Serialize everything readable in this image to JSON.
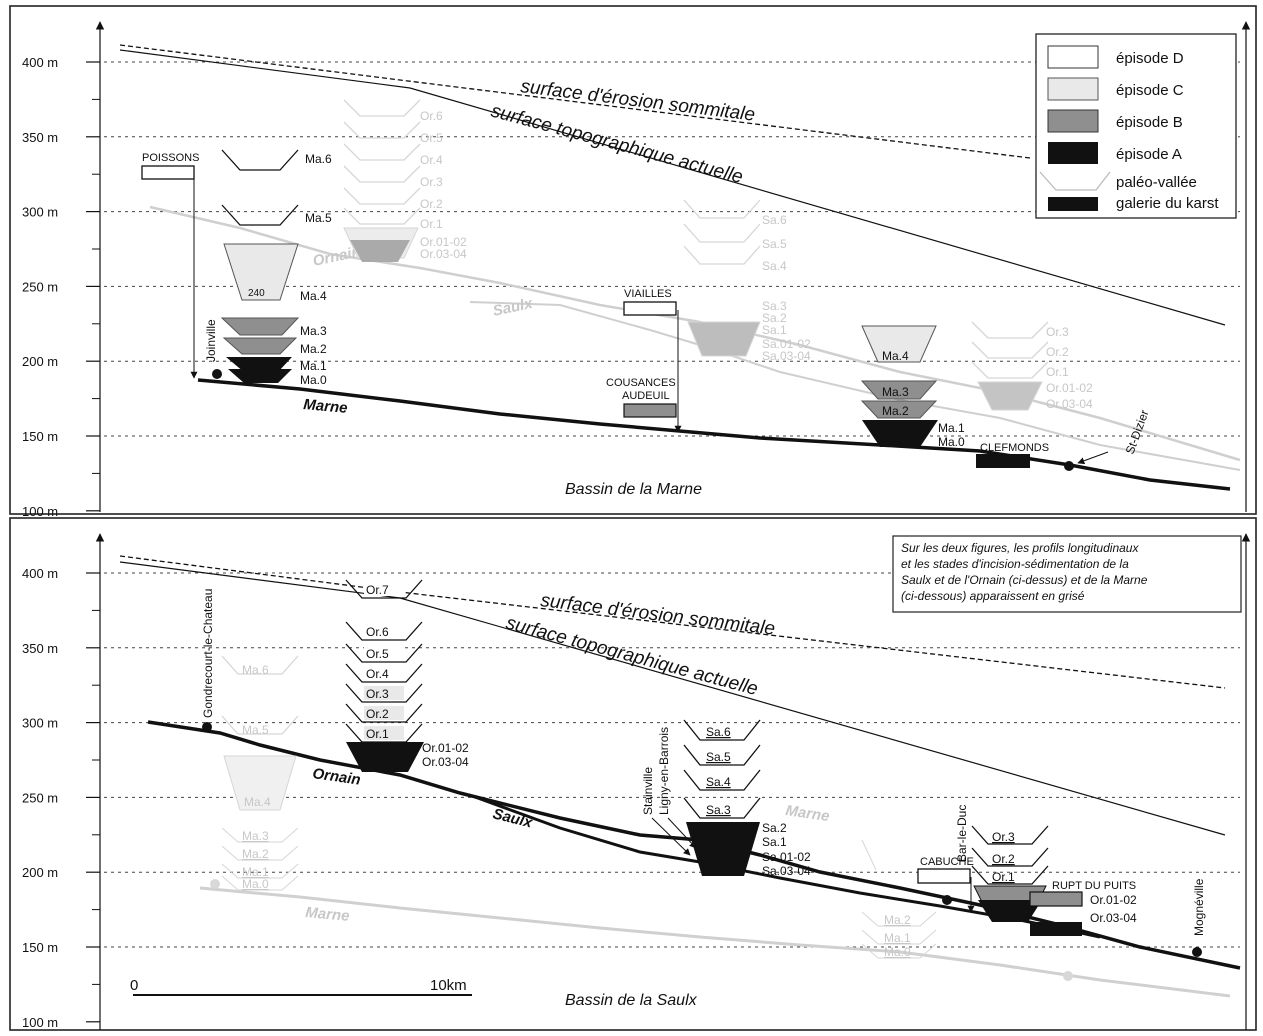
{
  "y_axis": {
    "unit": "m",
    "ticks": [
      "400 m",
      "350 m",
      "300 m",
      "250 m",
      "200 m",
      "150 m",
      "100 m"
    ]
  },
  "legend": [
    {
      "label": "épisode D",
      "color": "#ffffff"
    },
    {
      "label": "épisode C",
      "color": "#e9e9e9"
    },
    {
      "label": "épisode B",
      "color": "#8f8f8f"
    },
    {
      "label": "épisode A",
      "color": "#111111"
    },
    {
      "label": "paléo-vallée",
      "icon": "paleo-valley-icon"
    },
    {
      "label": "galerie du karst",
      "color": "#111111"
    }
  ],
  "colors": {
    "D": "#ffffff",
    "C": "#e9e9e9",
    "B": "#8f8f8f",
    "A": "#111111",
    "ghost": "#c7c7c7",
    "ghost_fill": "#dedede"
  },
  "top_panel": {
    "erosion_label": "surface d'érosion sommitale",
    "topo_label": "surface topographique actuelle",
    "river_marne": "Marne",
    "ghost_ornain": "Ornain",
    "ghost_saulx": "Saulx",
    "basin": "Bassin de la Marne",
    "places": [
      "Joinville",
      "St-Dizier"
    ],
    "karst_labels": [
      "POISSONS",
      "VIAILLES",
      "COUSANCES AUDEUIL",
      "CLEFMONDS"
    ],
    "stage_labels": [
      "Ma.6",
      "Ma.5",
      "Ma.4",
      "Ma.3",
      "Ma.2",
      "Ma.1",
      "Ma.0"
    ],
    "fill_240": "240",
    "ghost_or_labels": [
      "Or.6",
      "Or.5",
      "Or.4",
      "Or.3",
      "Or.2",
      "Or.1",
      "Or.01-02",
      "Or.03-04"
    ],
    "ghost_sa_labels": [
      "Sa.6",
      "Sa.5",
      "Sa.4",
      "Sa.3",
      "Sa.2",
      "Sa.1",
      "Sa.01-02",
      "Sa.03-04"
    ],
    "ghost_or_east": [
      "Or.3",
      "Or.2",
      "Or.1",
      "Or.01-02",
      "Or.03-04"
    ]
  },
  "bottom_panel": {
    "erosion_label": "surface d'érosion sommitale",
    "topo_label": "surface topographique actuelle",
    "river_ornain": "Ornain",
    "river_saulx": "Saulx",
    "ghost_marne": "Marne",
    "basin": "Bassin de la Saulx",
    "places": [
      "Gondrecourt-le-Chateau",
      "Stainville",
      "Ligny-en-Barrois",
      "Bar-le-Duc",
      "Mognéville"
    ],
    "karst_labels": [
      "CABUCHE",
      "RUPT DU PUITS"
    ],
    "or_labels": [
      "Or.7",
      "Or.6",
      "Or.5",
      "Or.4",
      "Or.3",
      "Or.2",
      "Or.1",
      "Or.01-02",
      "Or.03-04"
    ],
    "sa_labels": [
      "Sa.6",
      "Sa.5",
      "Sa.4",
      "Sa.3",
      "Sa.2",
      "Sa.1",
      "Sa.01-02",
      "Sa.03-04"
    ],
    "or_east_labels": [
      "Or.3",
      "Or.2",
      "Or.1",
      "Or.01-02",
      "Or.03-04"
    ],
    "ghost_ma_labels": [
      "Ma.6",
      "Ma.5",
      "Ma.4",
      "Ma.3",
      "Ma.2",
      "Ma.1",
      "Ma.0"
    ],
    "ghost_ma_east": [
      "Ma.2",
      "Ma.1",
      "Ma.0"
    ],
    "scale": {
      "start": "0",
      "end": "10km"
    },
    "note": "Sur les deux figures, les profils longitudinaux et les stades d'incision-sédimentation de la Saulx et de l'Ornain (ci-dessus) et de la Marne (ci-dessous) apparaissent en grisé",
    "note_lines": [
      "Sur les deux figures, les profils longitudinaux",
      "et les stades d'incision-sédimentation de la",
      "Saulx et de l'Ornain (ci-dessus) et de la Marne",
      "(ci-dessous) apparaissent en grisé"
    ]
  }
}
